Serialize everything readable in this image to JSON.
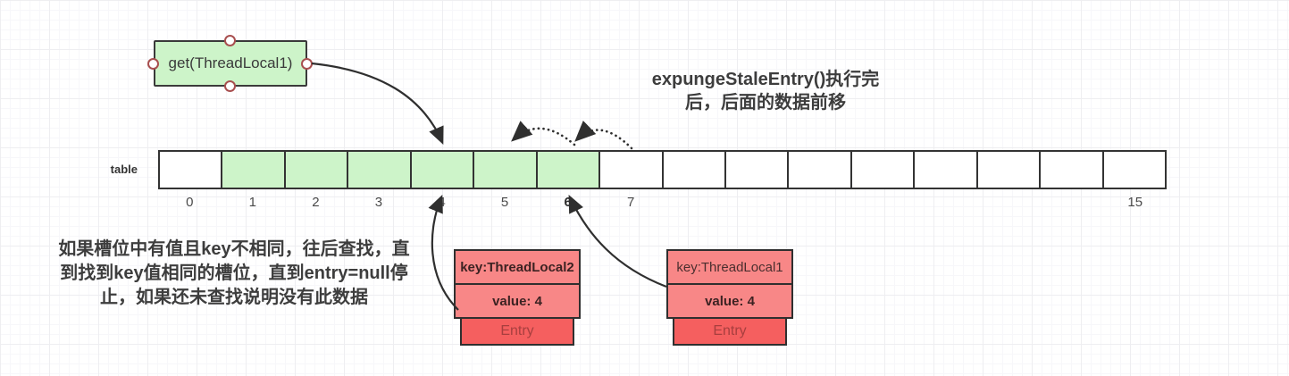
{
  "get_box": {
    "label": "get(ThreadLocal1)"
  },
  "title": {
    "lines": [
      "expungeStaleEntry()执行完",
      "后，后面的数据前移"
    ]
  },
  "table": {
    "label": "table",
    "cells": [
      {
        "label": "0",
        "filled": false,
        "bold": false
      },
      {
        "label": "1",
        "filled": true,
        "bold": false
      },
      {
        "label": "2",
        "filled": true,
        "bold": false
      },
      {
        "label": "3",
        "filled": true,
        "bold": false
      },
      {
        "label": "4",
        "filled": true,
        "bold": false
      },
      {
        "label": "5",
        "filled": true,
        "bold": false
      },
      {
        "label": "6",
        "filled": true,
        "bold": true
      },
      {
        "label": "7",
        "filled": false,
        "bold": false
      },
      {
        "label": "",
        "filled": false,
        "bold": false
      },
      {
        "label": "",
        "filled": false,
        "bold": false
      },
      {
        "label": "",
        "filled": false,
        "bold": false
      },
      {
        "label": "",
        "filled": false,
        "bold": false
      },
      {
        "label": "",
        "filled": false,
        "bold": false
      },
      {
        "label": "",
        "filled": false,
        "bold": false
      },
      {
        "label": "",
        "filled": false,
        "bold": false
      },
      {
        "label": "15",
        "filled": false,
        "bold": false
      }
    ]
  },
  "note": {
    "lines": [
      "如果槽位中有值且key不相同，往后查找，直",
      "到找到key值相同的槽位，直到entry=null停",
      "止，如果还未查找说明没有此数据"
    ]
  },
  "entries": [
    {
      "key": "key:ThreadLocal2",
      "value": "value: 4",
      "tag": "Entry"
    },
    {
      "key": "key:ThreadLocal1",
      "value": "value: 4",
      "tag": "Entry"
    }
  ],
  "colors": {
    "slot_green": "#cdf4c9",
    "entry_light": "#f88787",
    "entry_dark": "#f55f5f",
    "arrow": "#2f2f2f",
    "handle_ring": "#a84f4f"
  }
}
